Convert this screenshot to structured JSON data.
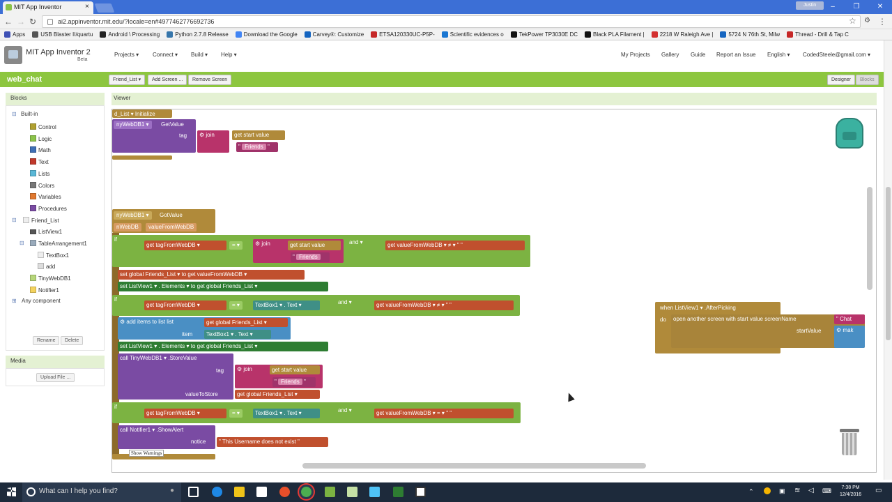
{
  "browser": {
    "tab_title": "MIT App Inventor",
    "url": "ai2.appinventor.mit.edu/?locale=en#4977462776692736",
    "user_badge": "Justin",
    "bookmarks": [
      "Apps",
      "USB Blaster II/quartu",
      "Android \\ Processing",
      "Python 2.7.8 Release",
      "Download the Google",
      "Carvey®: Customize",
      "ETSA120330UC-P5P-",
      "Scientific evidences o",
      "TekPower TP3030E DC",
      "Black PLA Filament |",
      "2218 W Raleigh Ave |",
      "5724 N 76th St, Milw",
      "Thread - Drill & Tap C"
    ]
  },
  "app": {
    "title": "MIT App Inventor 2",
    "beta": "Beta",
    "menus": [
      "Projects ▾",
      "Connect ▾",
      "Build ▾",
      "Help ▾"
    ],
    "right_menus": [
      "My Projects",
      "Gallery",
      "Guide",
      "Report an Issue",
      "English ▾",
      "CodedSteele@gmail.com ▾"
    ],
    "project_name": "web_chat",
    "screen_select": "Friend_List ▾",
    "add_screen": "Add Screen ...",
    "remove_screen": "Remove Screen",
    "designer": "Designer",
    "blocks_btn": "Blocks"
  },
  "blocks_panel": {
    "header": "Blocks",
    "builtin": "Built-in",
    "categories": [
      {
        "label": "Control",
        "color": "#b0a030"
      },
      {
        "label": "Logic",
        "color": "#8bc34a"
      },
      {
        "label": "Math",
        "color": "#3f6fb5"
      },
      {
        "label": "Text",
        "color": "#c0392b"
      },
      {
        "label": "Lists",
        "color": "#59b7d6"
      },
      {
        "label": "Colors",
        "color": "#777777"
      },
      {
        "label": "Variables",
        "color": "#e0782f"
      },
      {
        "label": "Procedures",
        "color": "#7a4ba3"
      }
    ],
    "screen": "Friend_List",
    "components": {
      "listview": "ListView1",
      "table": "TableArrangement1",
      "textbox": "TextBox1",
      "add": "add",
      "tinydb": "TinyWebDB1",
      "notifier": "Notifier1"
    },
    "any_component": "Any component",
    "rename": "Rename",
    "delete": "Delete",
    "media_header": "Media",
    "upload": "Upload File ..."
  },
  "viewer": {
    "header": "Viewer",
    "show_warnings": "Show Warnings"
  },
  "blocks": {
    "b1": "d_List ▾",
    "initialize": "Initialize",
    "b2": "nyWebDB1 ▾",
    "getvalue": "GetValue",
    "tag": "tag",
    "join": "join",
    "get_start_value": "get start value",
    "friends": "Friends",
    "b3": "nyWebDB1 ▾",
    "gotvalue": "GotValue",
    "b3a": "nWebDB",
    "b3b": "valueFromWebDB",
    "if": "if",
    "get_tag": "get tagFromWebDB ▾",
    "eq": "= ▾",
    "and": "and ▾",
    "get_value": "get valueFromWebDB ▾",
    "neq": "≠ ▾",
    "empty": "\" \"",
    "set_global": "set global Friends_List ▾",
    "to": "to",
    "set_lv": "set ListView1 ▾ . Elements ▾",
    "get_global": "get global Friends_List ▾",
    "textbox_text": "TextBox1 ▾ . Text ▾",
    "add_items": "add items to list  list",
    "item": "item",
    "call_tiny": "call TinyWebDB1 ▾ .StoreValue",
    "value_to_store": "valueToStore",
    "call_notifier": "call Notifier1 ▾ .ShowAlert",
    "notice": "notice",
    "not_exist": "This Username does not exist",
    "when_lv": "when ListView1 ▾ .AfterPicking",
    "do": "do",
    "open_screen": "open another screen with start value  screenName",
    "chat": "Chat",
    "start_value": "startValue",
    "make": "mak"
  },
  "taskbar": {
    "search_placeholder": "What can I help you find?",
    "time": "7:38 PM",
    "date": "12/4/2016"
  }
}
